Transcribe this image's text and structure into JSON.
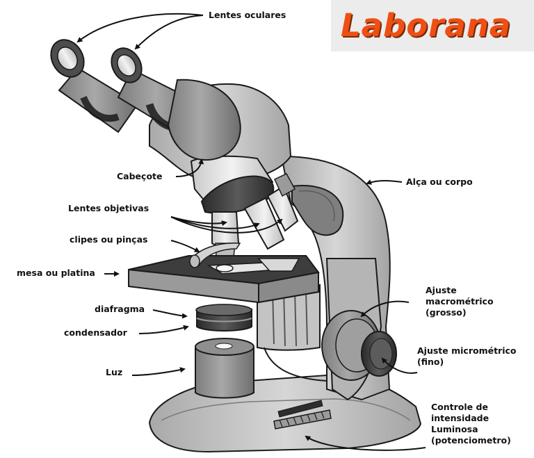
{
  "brand": {
    "name": "Laborana",
    "color": "#ef4f14"
  },
  "colors": {
    "body": "#c8c8c8",
    "body_dark": "#8c8c8c",
    "metal_dark": "#4a4a4a",
    "outline": "#1a1a1a",
    "accent": "#ef4f14"
  },
  "labels": {
    "lentes_oculares": "Lentes oculares",
    "cabecote": "Cabeçote",
    "alca": "Alça ou corpo",
    "lentes_objetivas": "Lentes objetivas",
    "clipes": "clipes ou pinças",
    "mesa": "mesa ou platina",
    "diafragma": "diafragma",
    "condensador": "condensador",
    "luz": "Luz",
    "macro_1": "Ajuste",
    "macro_2": "macrométrico",
    "macro_3": "(grosso)",
    "micro_1": "Ajuste micrométrico",
    "micro_2": "(fino)",
    "controle_1": "Controle de",
    "controle_2": "intensidade",
    "controle_3": "Luminosa",
    "controle_4": "(potenciometro)"
  }
}
